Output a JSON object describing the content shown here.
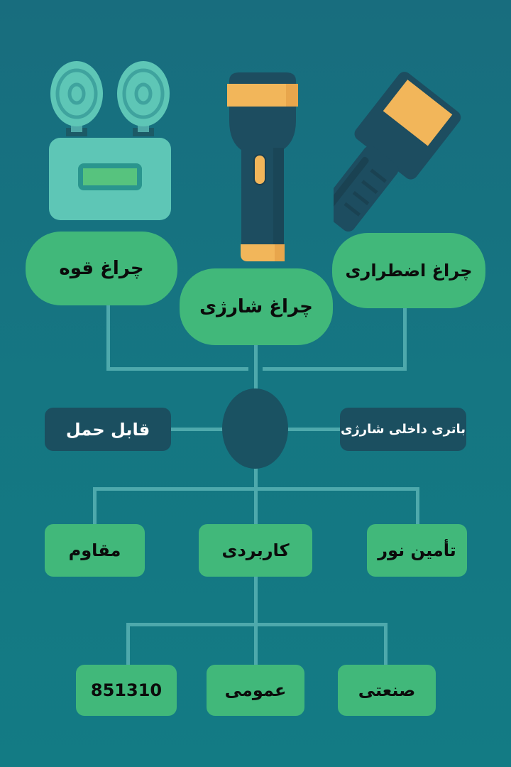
{
  "colors": {
    "background": "#176f80",
    "green_node": "#41b87a",
    "dark_node": "#1b4f60",
    "connector": "#4ea9ac",
    "accent_yellow": "#f2b65a",
    "device_teal": "#5ec6b6"
  },
  "illustrations": [
    {
      "name": "emergency-light-icon",
      "description": "twin-head emergency light"
    },
    {
      "name": "flashlight-icon",
      "description": "rechargeable flashlight"
    },
    {
      "name": "handheld-lamp-icon",
      "description": "angled handheld lamp"
    }
  ],
  "top_nodes": [
    {
      "label": "چراغ قوه"
    },
    {
      "label": "چراغ شارژی"
    },
    {
      "label": "چراغ اضطراری"
    }
  ],
  "hub": {
    "left_label": "قابل حمل",
    "right_label": "باتری داخلی شارژی"
  },
  "middle_nodes": [
    {
      "label": "مقاوم"
    },
    {
      "label": "کاربردی"
    },
    {
      "label": "تأمین نور"
    }
  ],
  "bottom_nodes": [
    {
      "label": "851310"
    },
    {
      "label": "عمومی"
    },
    {
      "label": "صنعتی"
    }
  ]
}
